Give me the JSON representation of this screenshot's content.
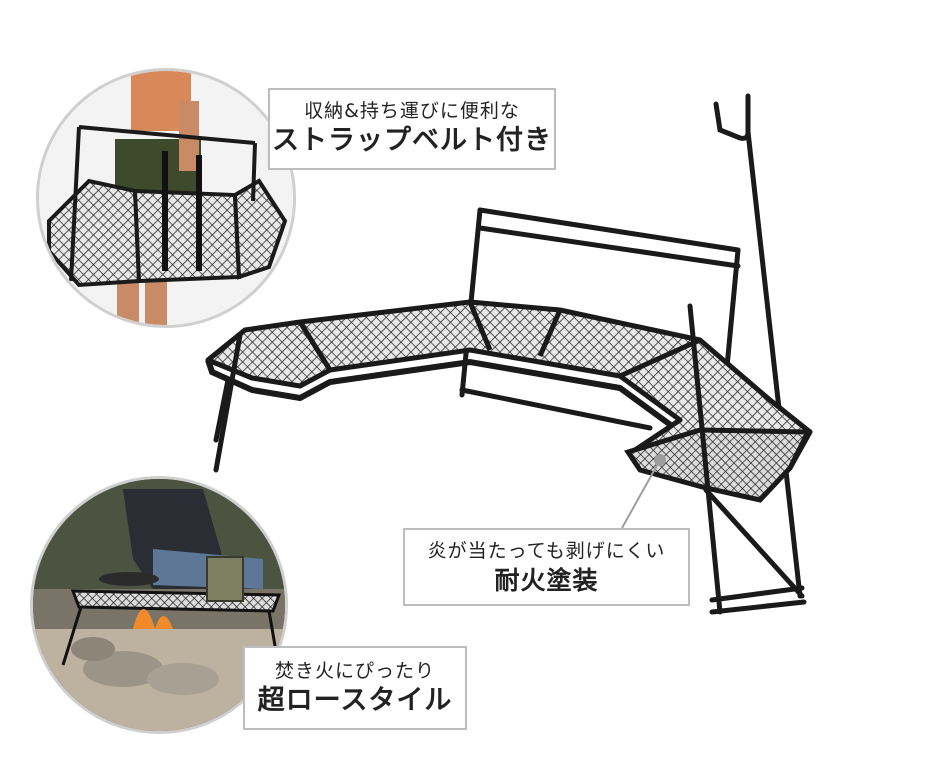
{
  "callouts": {
    "strap": {
      "line1": "収納&持ち運びに便利な",
      "line2": "ストラップベルト付き"
    },
    "fire": {
      "line1": "炎が当たっても剥げにくい",
      "line2": "耐火塗装"
    },
    "low": {
      "line1": "焚き火にぴったり",
      "line2": "超ロースタイル"
    }
  },
  "colors": {
    "frame": "#1a1a1a",
    "mesh": "#2b2b2b",
    "border": "#bdbdbd",
    "background": "#ffffff"
  }
}
